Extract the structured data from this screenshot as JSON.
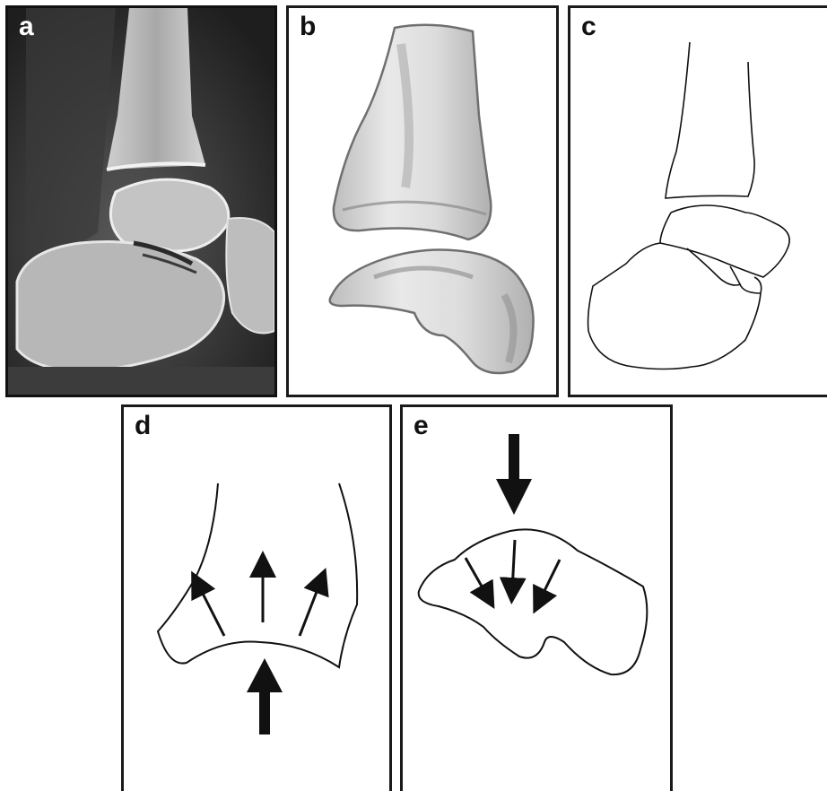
{
  "panels": {
    "a": {
      "label": "a",
      "kind": "x-ray"
    },
    "b": {
      "label": "b",
      "kind": "illustration"
    },
    "c": {
      "label": "c",
      "kind": "line-drawing"
    },
    "d": {
      "label": "d",
      "kind": "force-diagram"
    },
    "e": {
      "label": "e",
      "kind": "force-diagram"
    }
  },
  "colors": {
    "xray_background": "#2b2b2b",
    "bone_light": "#e8e8e8",
    "outline": "#111111",
    "illustration_shade": "#9a9a9a"
  },
  "arrows": {
    "d": {
      "main_direction": "up",
      "small_count": 3
    },
    "e": {
      "main_direction": "down",
      "small_count": 3
    }
  }
}
